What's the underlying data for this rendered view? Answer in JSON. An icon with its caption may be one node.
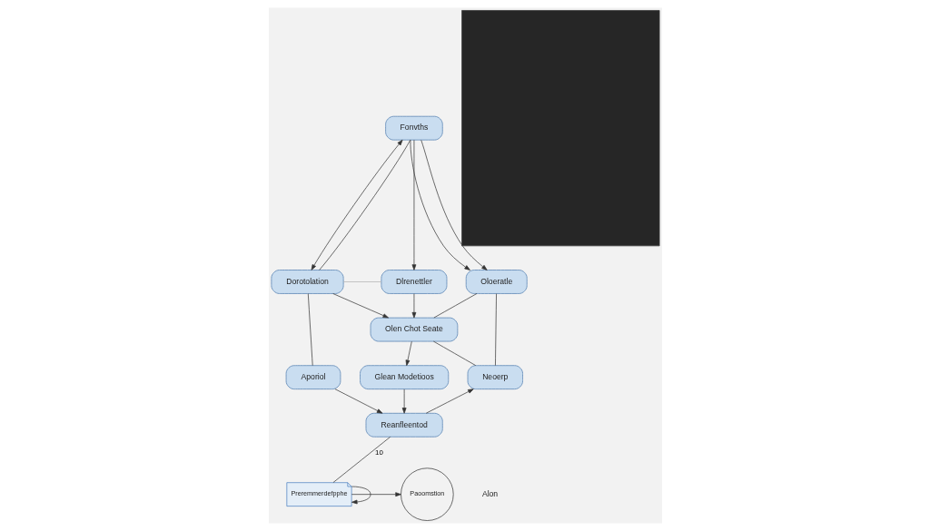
{
  "diagram": {
    "nodes": [
      {
        "text": [
          "Fonvths"
        ]
      },
      {
        "text": [
          "Dorotolation"
        ]
      },
      {
        "text": [
          "Dlrenettler"
        ]
      },
      {
        "text": [
          "Oloeratle"
        ]
      },
      {
        "text": [
          "Olen Chot Seate"
        ]
      },
      {
        "text": [
          "Aporiol"
        ]
      },
      {
        "text": [
          "Glean Modetioos"
        ]
      },
      {
        "text": [
          "Neoerp"
        ]
      },
      {
        "text": [
          "Reanfleentod"
        ]
      },
      {
        "text": [
          "Preremmerdefpphe"
        ]
      },
      {
        "text": [
          "Paoomstion"
        ]
      },
      {
        "text": [],
        "shape": "box"
      }
    ],
    "edges": [
      {
        "from": 0,
        "to": 1,
        "arrow": "both"
      },
      {
        "from": 1,
        "to": 0,
        "arrow": "none"
      },
      {
        "from": 0,
        "to": 2,
        "arrow": "to"
      },
      {
        "from": 0,
        "to": 3,
        "arrow": "to"
      },
      {
        "from": 0,
        "to": 3,
        "arrow": "to"
      },
      {
        "from": 1,
        "to": 2,
        "arrow": "none",
        "color": "#b0b0b0"
      },
      {
        "from": 2,
        "to": 4,
        "arrow": "to"
      },
      {
        "from": 1,
        "to": 4,
        "arrow": "to"
      },
      {
        "from": 3,
        "to": 4,
        "arrow": "none"
      },
      {
        "from": 1,
        "to": 5,
        "arrow": "none"
      },
      {
        "from": 4,
        "to": 6,
        "arrow": "to"
      },
      {
        "from": 4,
        "to": 7,
        "arrow": "none"
      },
      {
        "from": 3,
        "to": 7,
        "arrow": "none"
      },
      {
        "from": 5,
        "to": 8,
        "arrow": "to"
      },
      {
        "from": 6,
        "to": 8,
        "arrow": "to"
      },
      {
        "from": 8,
        "to": 7,
        "arrow": "to"
      },
      {
        "from": 8,
        "to": 9,
        "arrow": "none",
        "label": "10"
      },
      {
        "from": 9,
        "to": 9,
        "arrow": "to"
      },
      {
        "from": 9,
        "to": 10,
        "arrow": "to"
      }
    ],
    "labels": [
      "Alon"
    ]
  }
}
